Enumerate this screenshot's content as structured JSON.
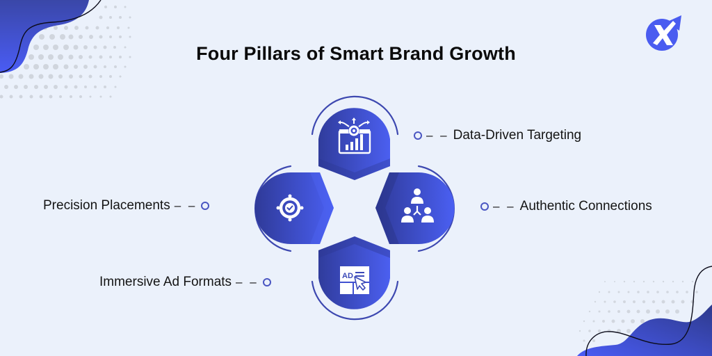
{
  "title": "Four Pillars of Smart Brand Growth",
  "logo": {
    "icon": "x-arrow-logo-icon",
    "color": "#4a5cf0"
  },
  "colors": {
    "background": "#ebf1fb",
    "accent": "#4a5cf0",
    "accent_dark": "#2f3a9a",
    "arc": "#3d48b0",
    "dots": "#cfd4dc",
    "text": "#141414"
  },
  "pillars": [
    {
      "id": "top",
      "label": "Data-Driven Targeting",
      "icon": "data-dashboard-icon",
      "connector": "o – –"
    },
    {
      "id": "left",
      "label": "Precision Placements",
      "icon": "target-check-icon",
      "connector": "– – o"
    },
    {
      "id": "right",
      "label": "Authentic Connections",
      "icon": "team-network-icon",
      "connector": "o – –"
    },
    {
      "id": "bottom",
      "label": "Immersive Ad Formats",
      "icon": "ad-click-icon",
      "connector": "– – o"
    }
  ],
  "ad_icon_text": "AD",
  "dash": "– –"
}
